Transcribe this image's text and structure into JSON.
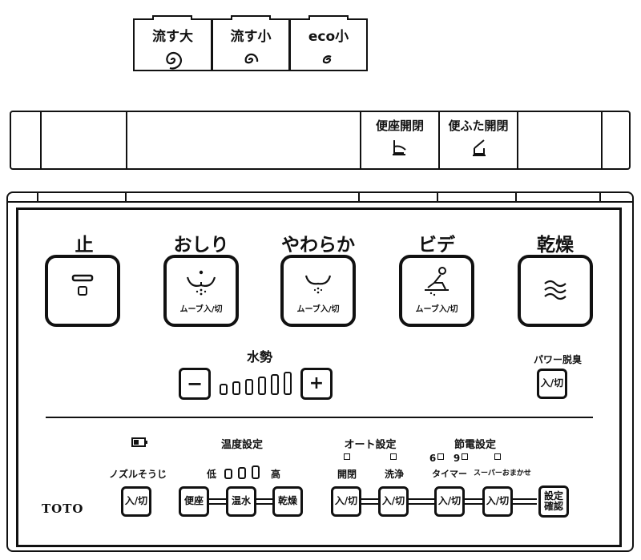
{
  "flush": {
    "large": "流す大",
    "small": "流す小",
    "eco": "eco小"
  },
  "lid": {
    "seat": "便座開閉",
    "cover": "便ふた開閉"
  },
  "main": {
    "stop": "止",
    "oshiri": "おしり",
    "yawaraka": "やわらか",
    "bidet": "ビデ",
    "dry": "乾燥",
    "move_label": "ムーブ入/切"
  },
  "water": {
    "title": "水勢",
    "minus": "−",
    "plus": "+",
    "level_count": 6
  },
  "deodorize": {
    "title": "パワー脱臭",
    "button": "入/切"
  },
  "bottom": {
    "nozzle_title": "ノズルそうじ",
    "nozzle_button": "入/切",
    "temp_title": "温度設定",
    "temp_low": "低",
    "temp_high": "高",
    "seat_btn": "便座",
    "water_btn": "温水",
    "dry_btn": "乾燥",
    "auto_title": "オート設定",
    "auto_open": "開閉",
    "auto_wash": "洗浄",
    "auto_btn1": "入/切",
    "auto_btn2": "入/切",
    "save_title": "節電設定",
    "save_6": "6",
    "save_9": "9",
    "timer": "タイマー",
    "super": "スーパーおまかせ",
    "timer_btn": "入/切",
    "super_btn": "入/切",
    "confirm_btn_line1": "設定",
    "confirm_btn_line2": "確認"
  },
  "brand": "TOTO"
}
